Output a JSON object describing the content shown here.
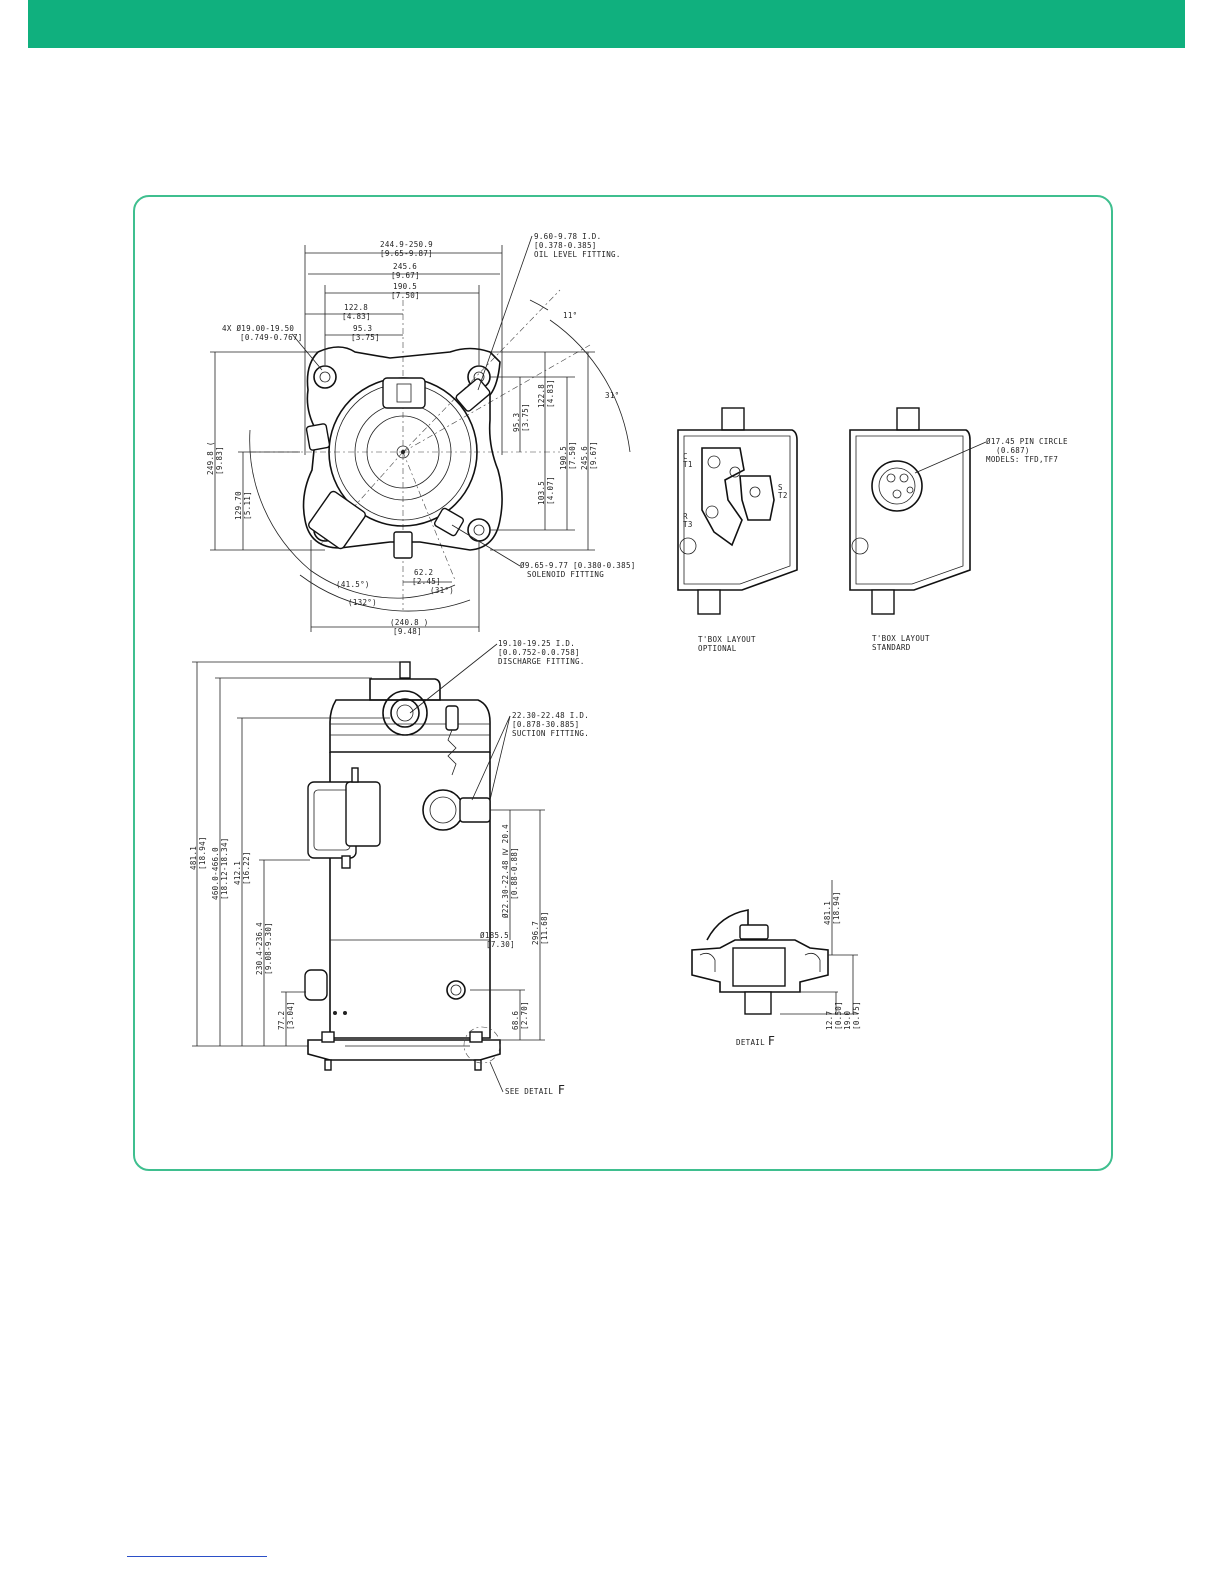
{
  "colors": {
    "brand_green": "#10b07e",
    "frame_green": "#3fbf8f",
    "link_blue": "#2b4fc7"
  },
  "top_view": {
    "dim_top": [
      "244.9-250.9",
      "[9.65-9.87]"
    ],
    "dim_2": [
      "245.6",
      "[9.67]"
    ],
    "dim_3": [
      "190.5",
      "[7.50]"
    ],
    "dim_4": [
      "122.8",
      "[4.83]"
    ],
    "dim_5": [
      "95.3",
      "[3.75]"
    ],
    "holes": [
      "4X Ø19.00-19.50",
      "[0.749-0.767]"
    ],
    "oil_fitting": [
      "9.60-9.78 I.D.",
      "[0.378-0.385]",
      "OIL LEVEL FITTING."
    ],
    "angle_11": "11°",
    "angle_31": "31°",
    "right_95": [
      "95.3",
      "[3.75]"
    ],
    "right_122": [
      "122.8",
      "[4.83]"
    ],
    "right_190": [
      "190.5",
      "[7.50]"
    ],
    "right_245": [
      "245.6",
      "[9.67]"
    ],
    "right_103": [
      "103.5",
      "[4.07]"
    ],
    "left_249": [
      "249.8 (",
      "[9.83]"
    ],
    "left_129": [
      "129.70",
      "[5.11]"
    ],
    "solenoid": [
      "Ø9.65-9.77 [0.380-0.385]",
      "SOLENOID FITTING"
    ],
    "dim_62": [
      "62.2",
      "[2.45]"
    ],
    "angle_41": "(41.5°)",
    "angle_31b": "(31°)",
    "angle_132": "(132°)",
    "dim_bottom": [
      "(240.8 )",
      "[9.48]"
    ]
  },
  "tbox": {
    "optional_label": [
      "T'BOX LAYOUT",
      "OPTIONAL"
    ],
    "standard_label": [
      "T'BOX LAYOUT",
      "STANDARD"
    ],
    "terminals": [
      "C",
      "T1",
      "S",
      "T2",
      "R",
      "T3"
    ],
    "pin_circle": [
      "Ø17.45 PIN CIRCLE",
      "(0.687)",
      "MODELS: TFD,TF7"
    ]
  },
  "side_view": {
    "discharge": [
      "19.10-19.25 I.D.",
      "[0.0.752-0.0.758]",
      "DISCHARGE FITTING."
    ],
    "suction": [
      "22.30-22.48 I.D.",
      "[0.878-30.885]",
      "SUCTION FITTING."
    ],
    "dim_481": [
      "481.1",
      "[18.94]"
    ],
    "dim_460": [
      "460.0-466.0",
      "[18.12-18.34]"
    ],
    "dim_412": [
      "412.1",
      "[16.22]"
    ],
    "dim_230": [
      "230.4-236.4",
      "[9.08-9.30]"
    ],
    "dim_77": [
      "77.2",
      "[3.04]"
    ],
    "dim_suction_dia": [
      "Ø22.30-22.48 Ⅳ 20.4",
      "[0.88-0.88]"
    ],
    "dim_296": [
      "296.7",
      "[11.68]"
    ],
    "dim_68": [
      "68.6",
      "[2.70]"
    ],
    "shell_dia": [
      "Ø185.5",
      "[7.30]"
    ],
    "see_detail": "SEE DETAIL",
    "detail_letter": "F"
  },
  "detail": {
    "label": "DETAIL",
    "letter": "F",
    "dim_481": [
      "481.1",
      "[18.94]"
    ],
    "dim_12": [
      "12.7",
      "[0.50]"
    ],
    "dim_19": [
      "19.0",
      "[0.75]"
    ]
  }
}
